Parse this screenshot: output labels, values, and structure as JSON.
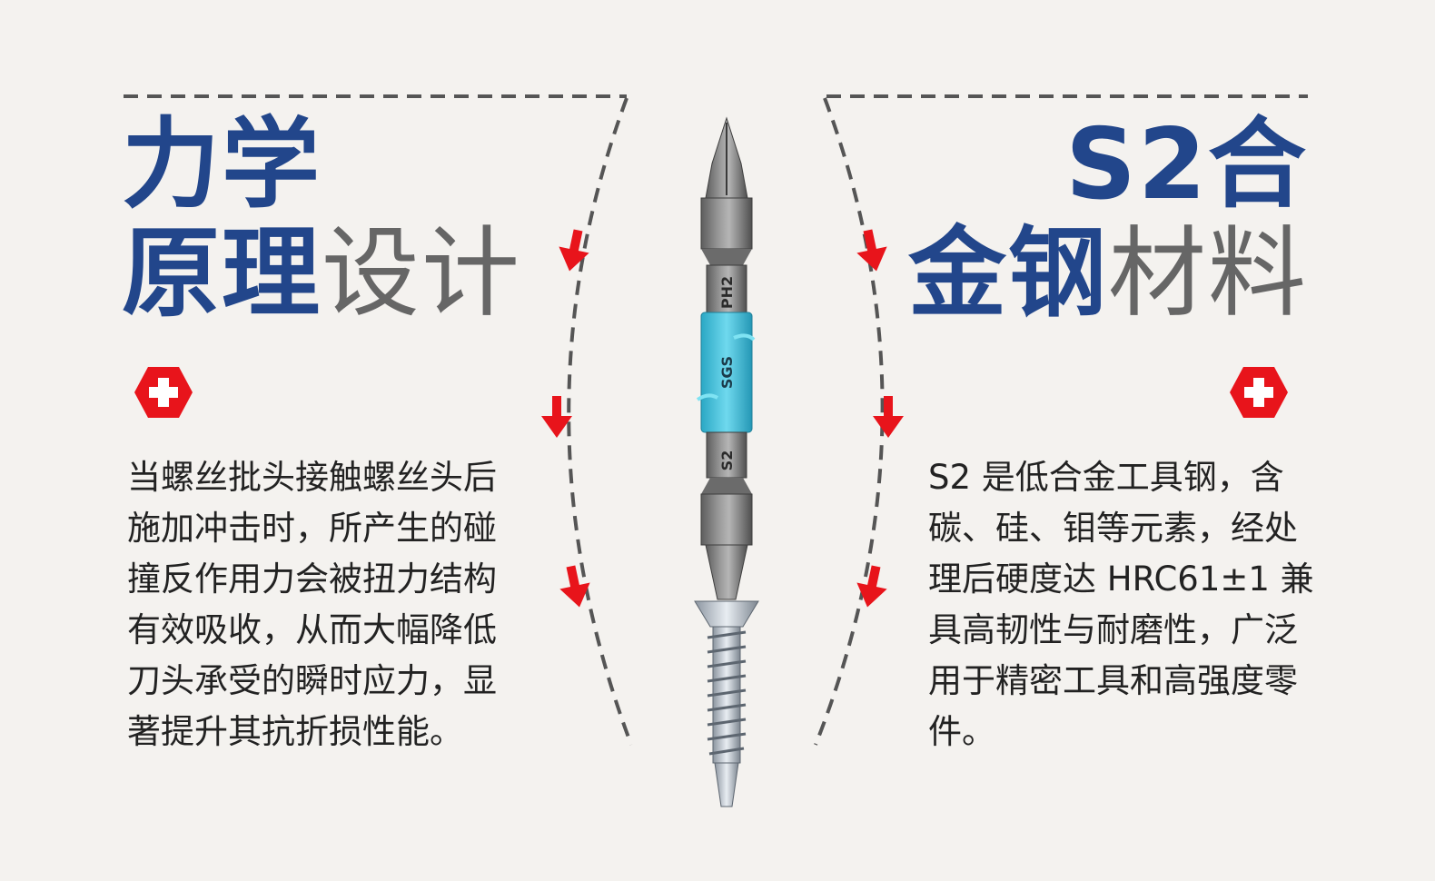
{
  "left": {
    "title_line1": "力学",
    "title_line2_bold": "原理",
    "title_line2_light": "设计",
    "body": "当螺丝批头接触螺丝头后施加冲击时，所产生的碰撞反作用力会被扭力结构有效吸收，从而大幅降低刀头承受的瞬时应力，显著提升其抗折损性能。",
    "badge_icon": "swiss-cross-hexagon-icon"
  },
  "right": {
    "title_line1": "S2合",
    "title_line2_bold": "金钢",
    "title_line2_light": "材料",
    "body": "S2 是低合金工具钢，含碳、硅、钼等元素，经处理后硬度达 HRC61±1 兼具高韧性与耐磨性，广泛用于精密工具和高强度零件。",
    "badge_icon": "swiss-cross-hexagon-icon"
  },
  "bit": {
    "label_top": "PH2",
    "label_mid": "SGS",
    "label_bottom": "S2"
  },
  "colors": {
    "title_blue": "#22468b",
    "title_gray": "#666666",
    "arrow_red": "#e8141b",
    "dash_gray": "#555555",
    "bit_cyan": "#3ec6e0",
    "background": "#f4f2ef"
  }
}
